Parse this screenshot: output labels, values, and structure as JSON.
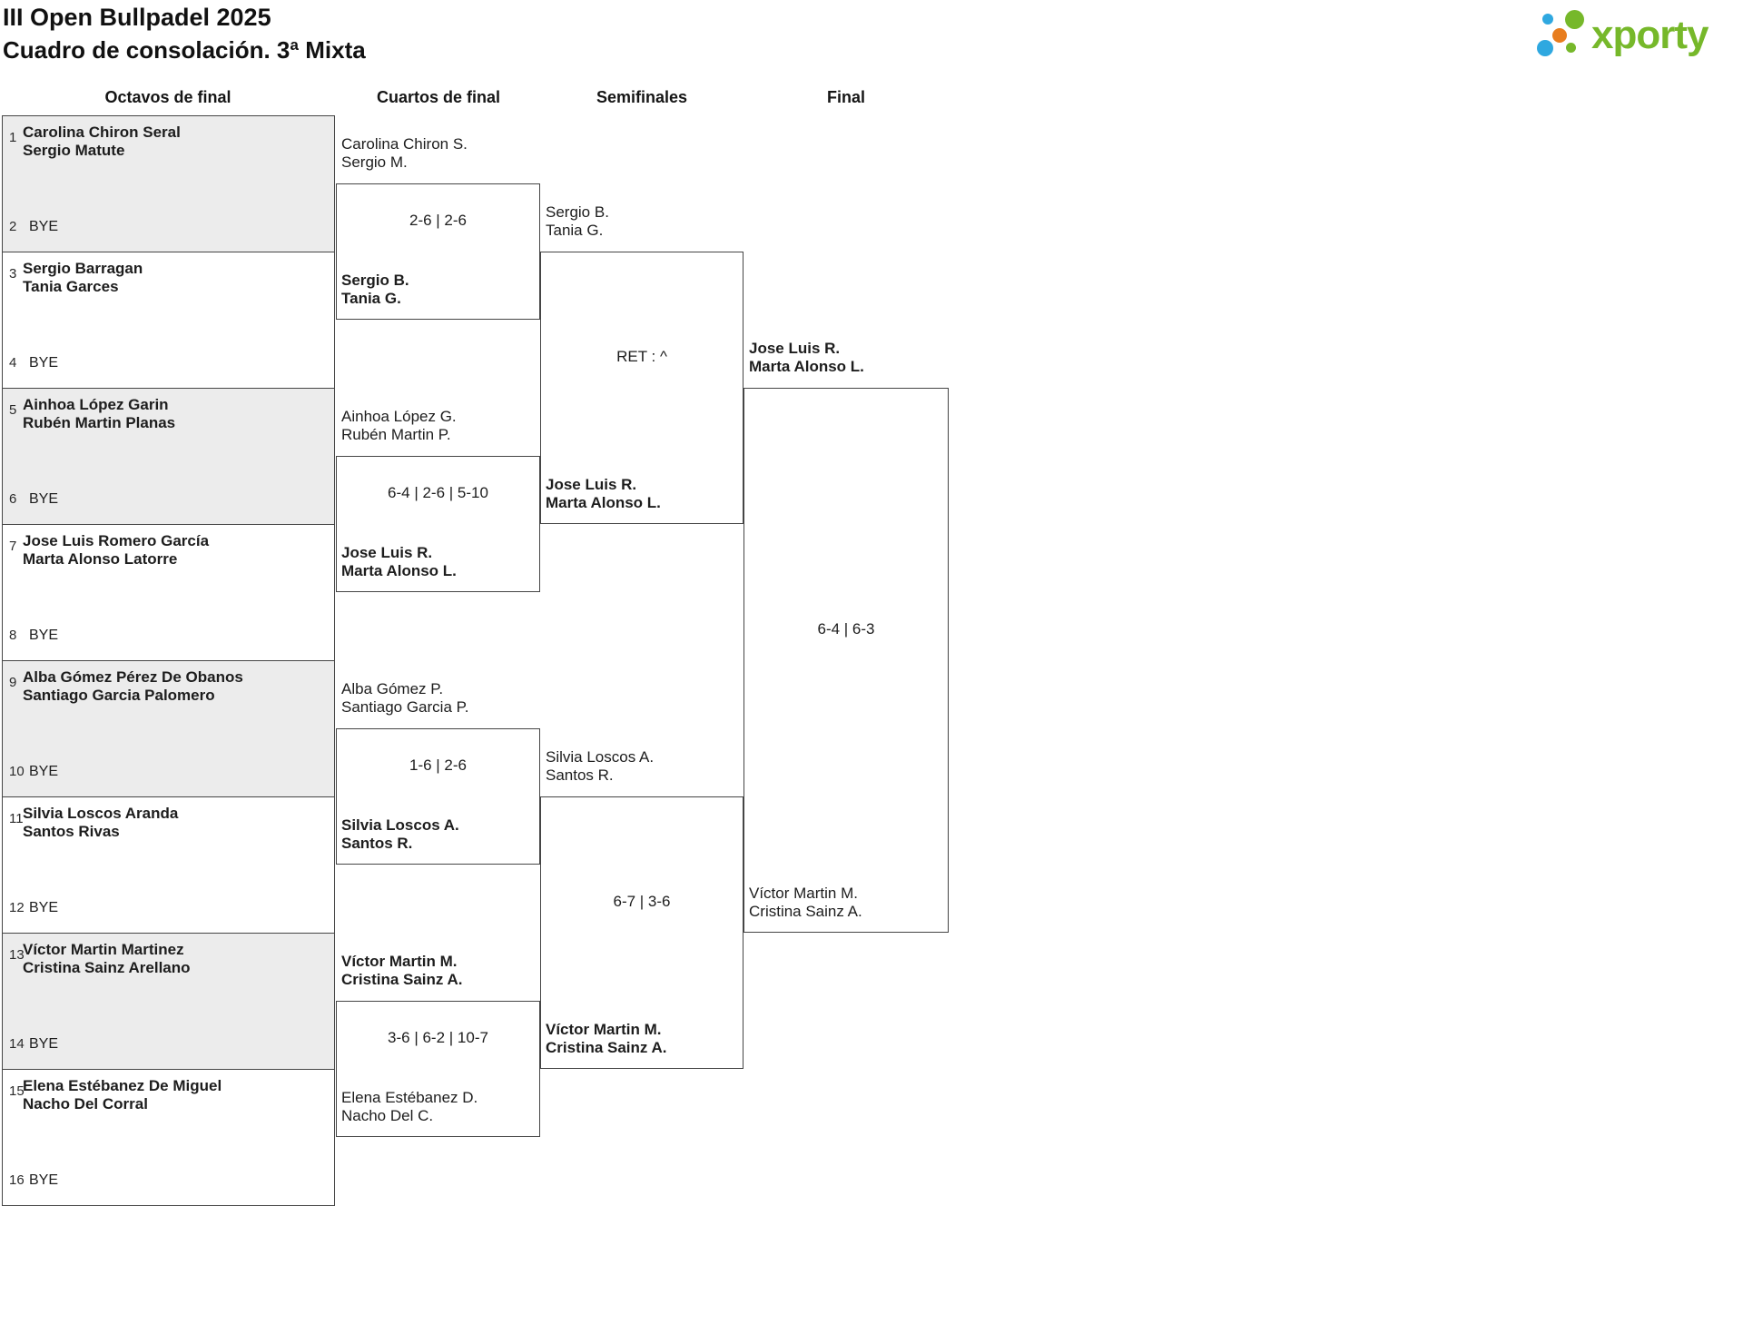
{
  "header": {
    "title_line1": "III Open Bullpadel 2025",
    "title_line2": "Cuadro de consolación. 3ª Mixta"
  },
  "logo": {
    "text": "xporty",
    "green": "#76b82a",
    "blue": "#2fa8e0",
    "orange": "#e87d1e"
  },
  "rounds": [
    {
      "label": "Octavos de final"
    },
    {
      "label": "Cuartos de final"
    },
    {
      "label": "Semifinales"
    },
    {
      "label": "Final"
    }
  ],
  "octavos": [
    {
      "seed": "1",
      "player1": "Carolina Chiron Seral",
      "player2": "Sergio Matute"
    },
    {
      "seed": "2",
      "bye": "BYE"
    },
    {
      "seed": "3",
      "player1": "Sergio Barragan",
      "player2": "Tania Garces"
    },
    {
      "seed": "4",
      "bye": "BYE"
    },
    {
      "seed": "5",
      "player1": "Ainhoa López Garin",
      "player2": "Rubén Martin Planas"
    },
    {
      "seed": "6",
      "bye": "BYE"
    },
    {
      "seed": "7",
      "player1": "Jose Luis Romero García",
      "player2": "Marta Alonso Latorre"
    },
    {
      "seed": "8",
      "bye": "BYE"
    },
    {
      "seed": "9",
      "player1": "Alba Gómez Pérez De Obanos",
      "player2": "Santiago Garcia Palomero"
    },
    {
      "seed": "10",
      "bye": "BYE"
    },
    {
      "seed": "11",
      "player1": "Silvia Loscos Aranda",
      "player2": "Santos Rivas"
    },
    {
      "seed": "12",
      "bye": "BYE"
    },
    {
      "seed": "13",
      "player1": "Víctor Martin Martinez",
      "player2": "Cristina Sainz Arellano"
    },
    {
      "seed": "14",
      "bye": "BYE"
    },
    {
      "seed": "15",
      "player1": "Elena Estébanez De Miguel",
      "player2": "Nacho Del Corral"
    },
    {
      "seed": "16",
      "bye": "BYE"
    }
  ],
  "cuartos": [
    {
      "top1": "Carolina Chiron S.",
      "top2": "Sergio M.",
      "score": "2-6 | 2-6",
      "bottom1": "Sergio B.",
      "bottom2": "Tania G.",
      "winner": "bottom"
    },
    {
      "top1": "Ainhoa López G.",
      "top2": "Rubén Martin P.",
      "score": "6-4 | 2-6 | 5-10",
      "bottom1": "Jose Luis R.",
      "bottom2": "Marta Alonso L.",
      "winner": "bottom"
    },
    {
      "top1": "Alba Gómez P.",
      "top2": "Santiago Garcia P.",
      "score": "1-6 | 2-6",
      "bottom1": "Silvia Loscos A.",
      "bottom2": "Santos R.",
      "winner": "bottom"
    },
    {
      "top1": "Víctor Martin M.",
      "top2": "Cristina Sainz A.",
      "score": "3-6 | 6-2 | 10-7",
      "bottom1": "Elena Estébanez D.",
      "bottom2": "Nacho Del C.",
      "winner": "top"
    }
  ],
  "semifinales": [
    {
      "top1": "Sergio B.",
      "top2": "Tania G.",
      "score": "RET : ^",
      "bottom1": "Jose Luis R.",
      "bottom2": "Marta Alonso L.",
      "winner": "bottom"
    },
    {
      "top1": "Silvia Loscos A.",
      "top2": "Santos R.",
      "score": "6-7 | 3-6",
      "bottom1": "Víctor Martin M.",
      "bottom2": "Cristina Sainz A.",
      "winner": "bottom"
    }
  ],
  "final_match": {
    "top1": "Jose Luis R.",
    "top2": "Marta Alonso L.",
    "score": "6-4 | 6-3",
    "bottom1": "Víctor Martin M.",
    "bottom2": "Cristina Sainz A.",
    "winner": "top"
  }
}
